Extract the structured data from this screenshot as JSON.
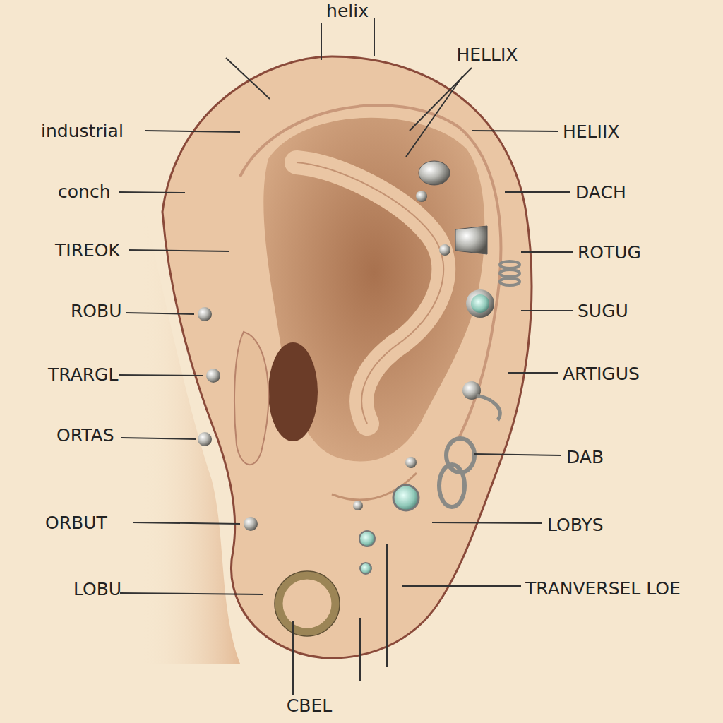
{
  "diagram": {
    "labels": [
      "helix",
      "HELLIX",
      "industrial",
      "HELIIX",
      "conch",
      "DACH",
      "TIREOK",
      "ROTUG",
      "ROBU",
      "SUGU",
      "TRARGL",
      "ARTIGUS",
      "ORTAS",
      "DAB",
      "ORBUT",
      "LOBYS",
      "LOBU",
      "TRANVERSEL LOE",
      "CBEL"
    ]
  }
}
